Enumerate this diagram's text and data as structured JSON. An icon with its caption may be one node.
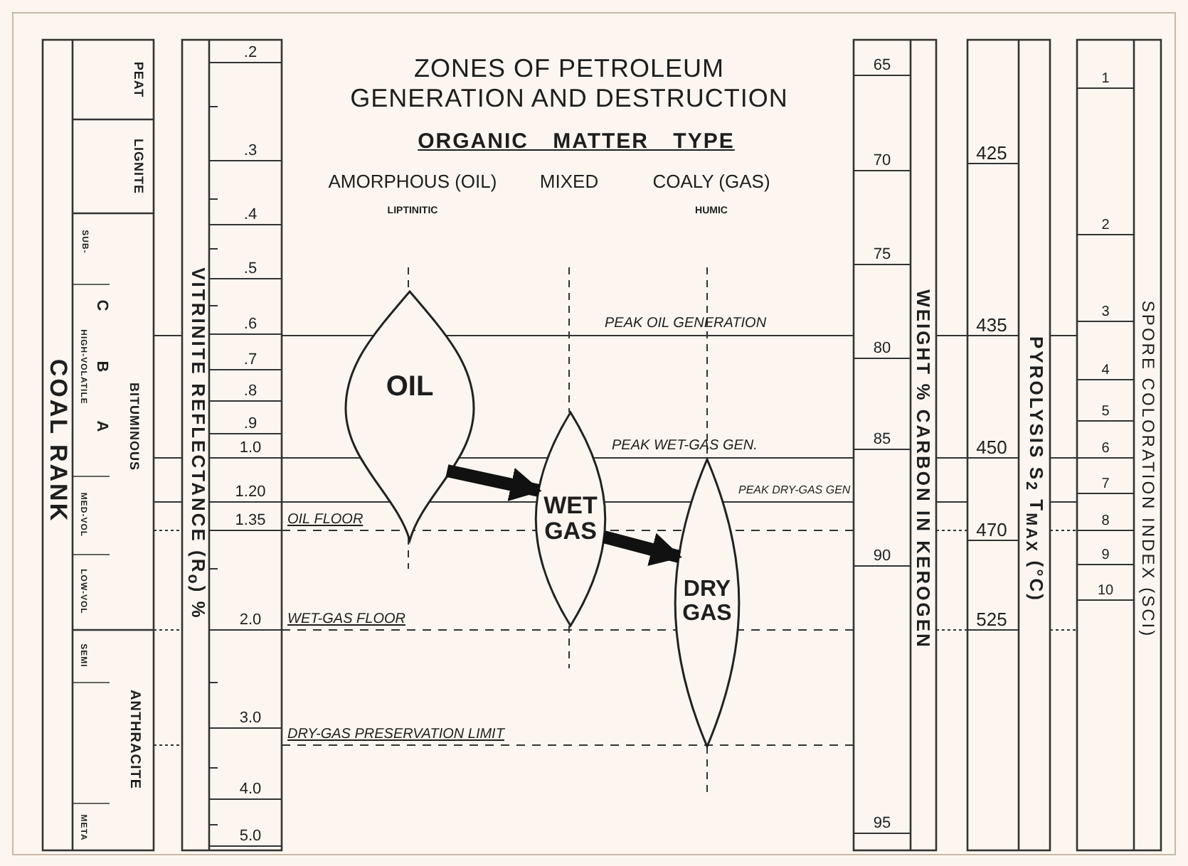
{
  "diagram": {
    "title": "ZONES OF PETROLEUM GENERATION AND DESTRUCTION",
    "nodes": [
      {
        "text": [
          "OIL"
        ]
      },
      {
        "text": [
          "WET GAS"
        ]
      },
      {
        "text": [
          "DRY GAS"
        ]
      }
    ],
    "edges": [
      {
        "from": 0,
        "to": 1,
        "arrow": "to"
      },
      {
        "from": 1,
        "to": 2,
        "arrow": "to"
      }
    ],
    "labels": [
      "ORGANIC MATTER TYPE",
      "AMORPHOUS (OIL)",
      "MIXED",
      "COALY (GAS)",
      "LIPTINITIC",
      "HUMIC",
      "PEAK OIL GENERATION",
      "PEAK WET-GAS GEN.",
      "PEAK DRY-GAS GEN",
      "OIL FLOOR",
      "WET-GAS FLOOR",
      "DRY-GAS PRESERVATION LIMIT",
      "COAL RANK",
      "PEAT",
      "LIGNITE",
      "SUB-",
      "C",
      "B",
      "A",
      "HIGH-VOLATILE",
      "BITUMINOUS",
      "MED-VOL",
      "LOW-VOL",
      "SEMI",
      "ANTHRACITE",
      "META",
      "VITRINITE REFLECTANCE (R$_{o}$) %",
      ".2",
      ".3",
      ".4",
      ".5",
      ".6",
      ".7",
      ".8",
      ".9",
      "1.0",
      "1.20",
      "1.35",
      "2.0",
      "3.0",
      "4.0",
      "5.0",
      "WEIGHT % CARBON IN KEROGEN",
      "65",
      "70",
      "75",
      "80",
      "85",
      "90",
      "95",
      "PYROLYSIS S$_{2}$ T$_{MAX}$ (°C)",
      "425",
      "435",
      "450",
      "470",
      "525",
      "SPORE COLORATION INDEX (SCI)",
      "1",
      "2",
      "3",
      "4",
      "5",
      "6",
      "7",
      "8",
      "9",
      "10"
    ]
  }
}
